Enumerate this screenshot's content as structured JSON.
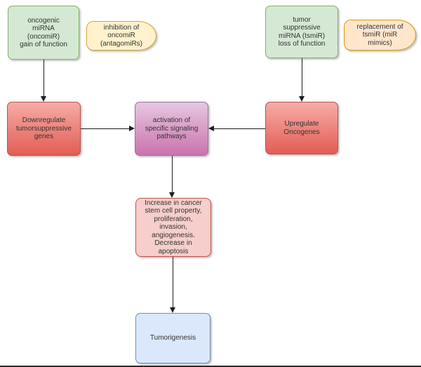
{
  "palette": {
    "green_fill": "#d5e8d4",
    "green_border": "#82b366",
    "yellow_fill": "#fff2cc",
    "yellow_border": "#d6a425",
    "orange_fill": "#ffe6cc",
    "orange_border": "#d79b00",
    "red_gradient_top": "#f6aca6",
    "red_gradient_bottom": "#e25d55",
    "red_border": "#b85450",
    "purple_gradient_top": "#e6c7e0",
    "purple_gradient_bottom": "#cb73ad",
    "purple_border": "#a06ba0",
    "pink_fill": "#f6cecb",
    "pink_border": "#bf544e",
    "blue_fill": "#dbe8fb",
    "blue_border": "#6c8ebf",
    "connector_color": "#1c1c1c",
    "background": "#ffffff"
  },
  "nodes": {
    "oncogenic_mirna": {
      "label": "oncogenic\nmiRNA\n(oncomiR)\ngain of function",
      "shape": "rounded-rect",
      "color": "green"
    },
    "inhibition_oncomir": {
      "label": "inhibition of\noncomiR\n(antagomiRs)",
      "shape": "display-callout",
      "color": "yellow"
    },
    "tumor_suppressive_mirna": {
      "label": "tumor\nsuppressive\nmiRNA (tsmiR)\nloss of function",
      "shape": "rounded-rect",
      "color": "green"
    },
    "replacement_tsmir": {
      "label": "replacement of\ntsmiR (miR\nmimics)",
      "shape": "display-callout",
      "color": "orange"
    },
    "downregulate_genes": {
      "label": "Downregulate\ntumorsuppressive\ngenes",
      "shape": "rounded-rect",
      "color": "red-gradient"
    },
    "activation_pathways": {
      "label": "activation of\nspecific signaling\npathways",
      "shape": "rounded-rect",
      "color": "purple-gradient"
    },
    "upregulate_oncogenes": {
      "label": "Upregulate\nOncogenes",
      "shape": "rounded-rect",
      "color": "red-gradient"
    },
    "increase_cancer_properties": {
      "label": "Increase in cancer\nstem cell property,\nproliferation,\ninvasion,\nangiogenesis.\nDecrease in\napoptosis",
      "shape": "rounded-rect",
      "color": "pink"
    },
    "tumorigenesis": {
      "label": "Tumorigenesis",
      "shape": "rounded-rect",
      "color": "blue"
    }
  },
  "edges": [
    {
      "from": "oncogenic_mirna",
      "to": "downregulate_genes",
      "direction": "down"
    },
    {
      "from": "tumor_suppressive_mirna",
      "to": "upregulate_oncogenes",
      "direction": "down"
    },
    {
      "from": "downregulate_genes",
      "to": "activation_pathways",
      "direction": "right"
    },
    {
      "from": "upregulate_oncogenes",
      "to": "activation_pathways",
      "direction": "left"
    },
    {
      "from": "activation_pathways",
      "to": "increase_cancer_properties",
      "direction": "down"
    },
    {
      "from": "increase_cancer_properties",
      "to": "tumorigenesis",
      "direction": "down"
    }
  ]
}
